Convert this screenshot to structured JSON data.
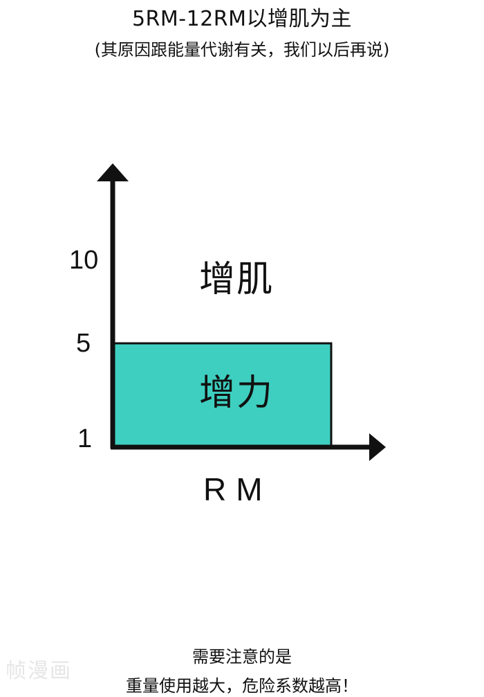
{
  "header": {
    "title": "5RM-12RM以增肌为主",
    "subtitle": "(其原因跟能量代谢有关，我们以后再说)"
  },
  "diagram": {
    "y_ticks": [
      "10",
      "5",
      "1"
    ],
    "x_axis_label": "RM",
    "zones": {
      "upper_label": "增肌",
      "lower_label": "增力"
    },
    "colors": {
      "zone_fill": "#3ecfc0",
      "axis": "#111111"
    }
  },
  "notes": {
    "line1": "需要注意的是",
    "line2": "重量使用越大，危险系数越高！"
  },
  "watermark": {
    "text": "帧漫画"
  }
}
